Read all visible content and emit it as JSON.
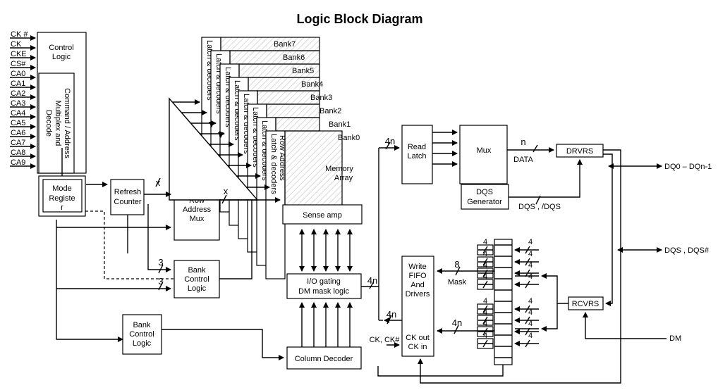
{
  "title": "Logic Block Diagram",
  "inputs": [
    "CK #",
    "CK",
    "CKE",
    "CS#",
    "CA0",
    "CA1",
    "CA2",
    "CA3",
    "CA4",
    "CA5",
    "CA6",
    "CA7",
    "CA8",
    "CA9"
  ],
  "blocks": {
    "control_logic": [
      "Control",
      "Logic"
    ],
    "command_decode": [
      "Command / Address",
      "Multiplex and",
      "Decode"
    ],
    "mode_register": [
      "Mode",
      "Registe",
      "r"
    ],
    "refresh_counter": [
      "Refresh",
      "Counter"
    ],
    "row_address_mux": [
      "Row",
      "Address",
      "Mux"
    ],
    "bank_control_logic_top": [
      "Bank",
      "Control",
      "Logic"
    ],
    "bank_control_logic_bottom": [
      "Bank",
      "Control",
      "Logic"
    ],
    "sense_amp": "Sense amp",
    "io_gating": [
      "I/O gating",
      "DM mask logic"
    ],
    "column_decoder": "Column Decoder",
    "memory_array": [
      "Memory",
      "Array"
    ],
    "read_latch": [
      "Read",
      "Latch"
    ],
    "mux": "Mux",
    "dqs_generator": [
      "DQS",
      "Generator"
    ],
    "drvrs": "DRVRS",
    "write_fifo": [
      "Write",
      "FIFO",
      "And",
      "Drivers"
    ],
    "ck_out_in": [
      "CK out",
      "CK in"
    ],
    "rcvrs": "RCVRS"
  },
  "banks": [
    "Bank7",
    "Bank6",
    "Bank5",
    "Bank4",
    "Bank3",
    "Bank2",
    "Bank1",
    "Bank0"
  ],
  "latch_label": "Latch & decoders",
  "row_address_label": "Row Address",
  "labels": {
    "x1": "x",
    "x2": "x",
    "three1": "3",
    "three2": "3",
    "n_read": "4n",
    "n_io": "4n",
    "n_write_out": "4n",
    "n_write_in": "4n",
    "n_data": "n",
    "data": "DATA",
    "dqs_out": "DQS , /DQS",
    "eight": "8",
    "mask": "Mask",
    "ck_in": "CK, CK#",
    "four": "4"
  },
  "outputs": {
    "dq": "DQ0 – DQn-1",
    "dqs": "DQS , DQS#",
    "dm": "DM"
  }
}
